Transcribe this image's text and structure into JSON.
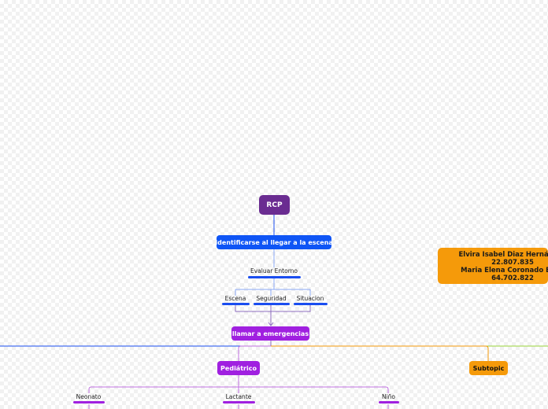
{
  "root": {
    "label": "RCP",
    "color": "#6a2c91"
  },
  "step1": {
    "label": "Identificarse al llegar a la escena",
    "color": "#0f55f5"
  },
  "step1_child": {
    "label": "Evaluar Entorno"
  },
  "step1_grandchildren": [
    {
      "label": "Escena"
    },
    {
      "label": "Seguridad"
    },
    {
      "label": "Situacion"
    }
  ],
  "step2": {
    "label": "llamar a emergencias",
    "color": "#a020e0"
  },
  "pediatric": {
    "label": "Pediátrico",
    "color": "#a020e0"
  },
  "pediatric_children": [
    {
      "label": "Neonato"
    },
    {
      "label": "Lactante"
    },
    {
      "label": "Niño"
    }
  ],
  "subtopic": {
    "label": "Subtopic",
    "color": "#f59a0a"
  },
  "authors": {
    "lines": [
      "Elvira Isabel Diaz Hernández",
      "22.807.835",
      "Maria Elena Coronado Bove",
      "64.702.822"
    ],
    "color": "#f59a0a"
  }
}
